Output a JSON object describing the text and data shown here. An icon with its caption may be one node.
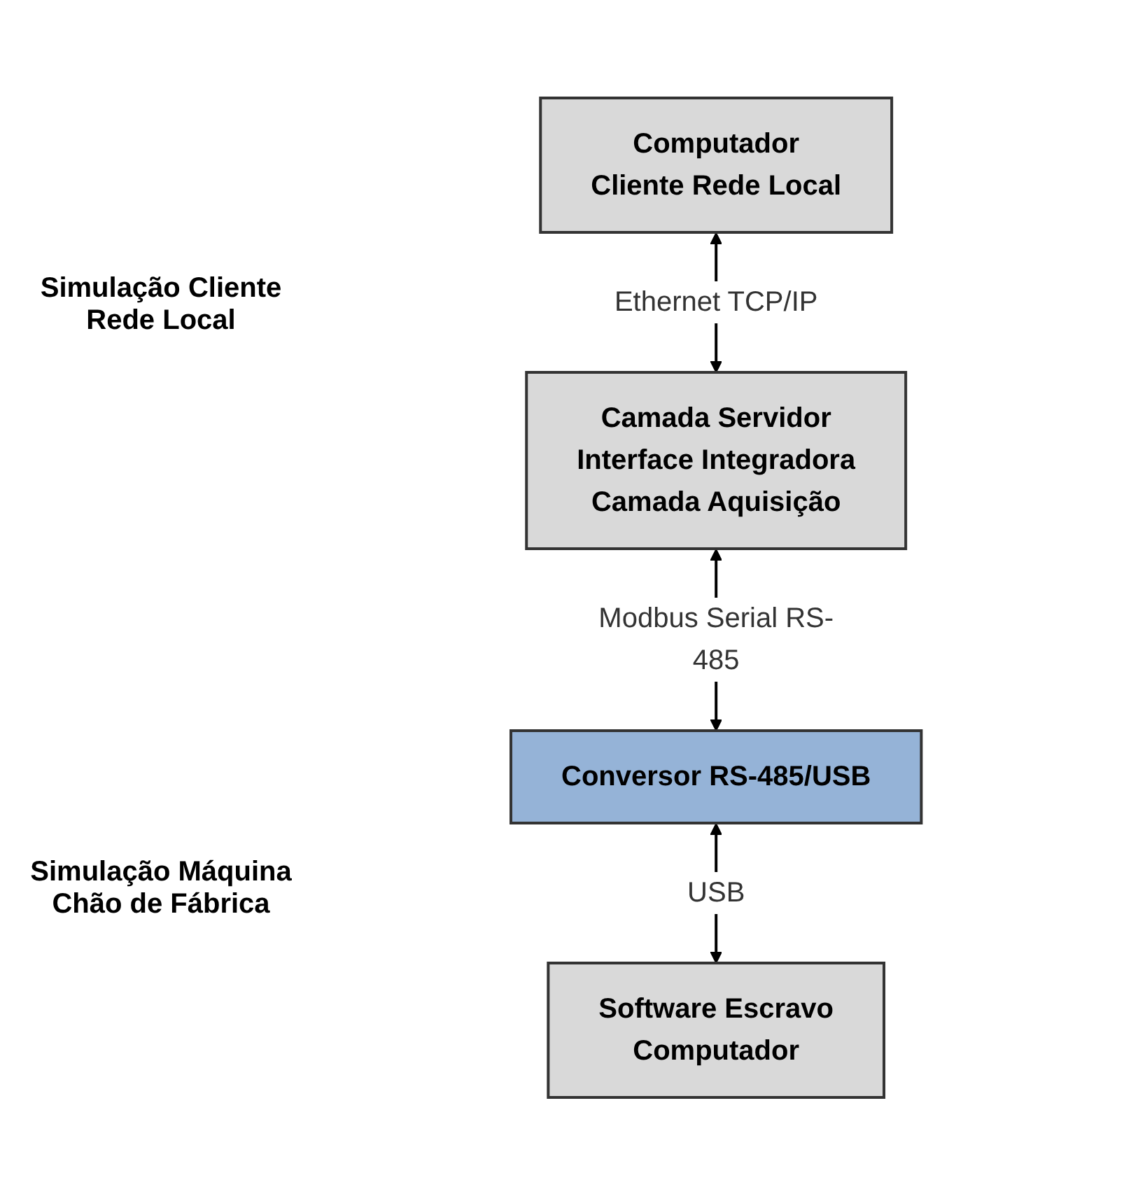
{
  "diagram": {
    "nodes": [
      {
        "text": [
          "Computador",
          "Cliente Rede Local"
        ]
      },
      {
        "text": [
          "Camada Servidor",
          "Interface Integradora",
          "Camada Aquisição"
        ]
      },
      {
        "text": [
          "Conversor RS-485/USB"
        ]
      },
      {
        "text": [
          "Software Escravo",
          "Computador"
        ]
      }
    ],
    "edges": [
      {
        "from": 0,
        "to": 1,
        "arrow": "both",
        "label": "Ethernet TCP/IP"
      },
      {
        "from": 1,
        "to": 2,
        "arrow": "both",
        "label": "Modbus Serial RS-485"
      },
      {
        "from": 2,
        "to": 3,
        "arrow": "both",
        "label": "USB"
      }
    ],
    "labels": [
      "Simulação Cliente Rede Local",
      "Simulação Máquina Chão de Fábrica"
    ]
  }
}
